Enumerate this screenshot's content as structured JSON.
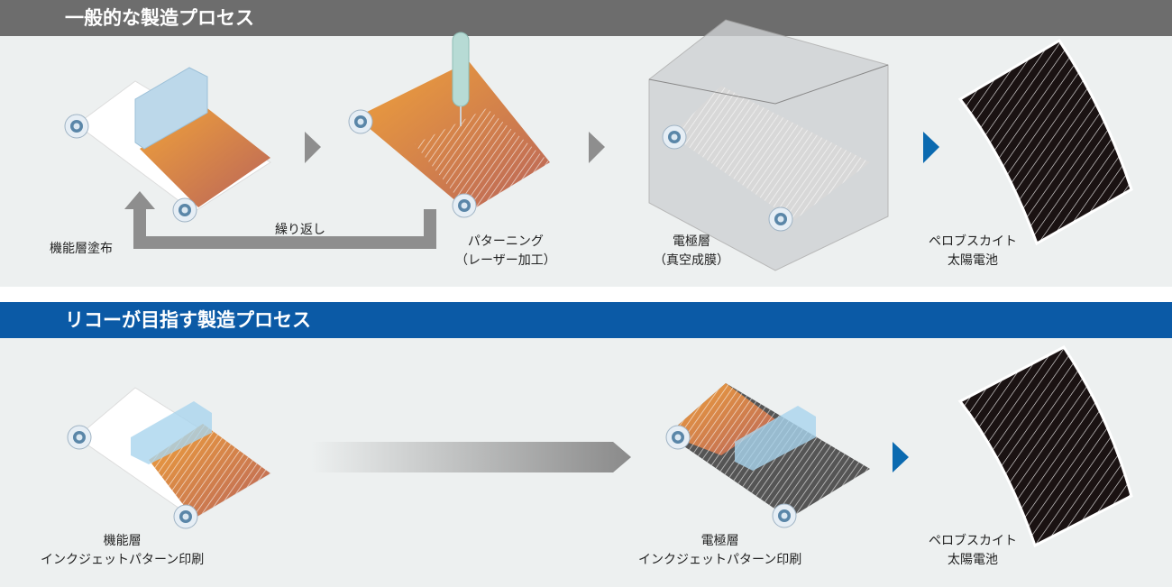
{
  "conventional": {
    "title": "一般的な製造プロセス",
    "steps": [
      {
        "label": "機能層塗布"
      },
      {
        "label": "繰り返し"
      },
      {
        "label1": "パターニング",
        "label2": "（レーザー加工）"
      },
      {
        "label1": "電極層",
        "label2": "（真空成膜）"
      },
      {
        "label1": "ペロブスカイト",
        "label2": "太陽電池"
      }
    ]
  },
  "ricoh": {
    "title": "リコーが目指す製造プロセス",
    "steps": [
      {
        "label1": "機能層",
        "label2": "インクジェットパターン印刷"
      },
      {
        "label1": "電極層",
        "label2": "インクジェットパターン印刷"
      },
      {
        "label1": "ペロブスカイト",
        "label2": "太陽電池"
      }
    ]
  },
  "colors": {
    "gray_band": "#6d6d6d",
    "blue_band": "#0b5aa6",
    "panel": "#edf0f0",
    "arrow_blue": "#0b6ab0"
  }
}
